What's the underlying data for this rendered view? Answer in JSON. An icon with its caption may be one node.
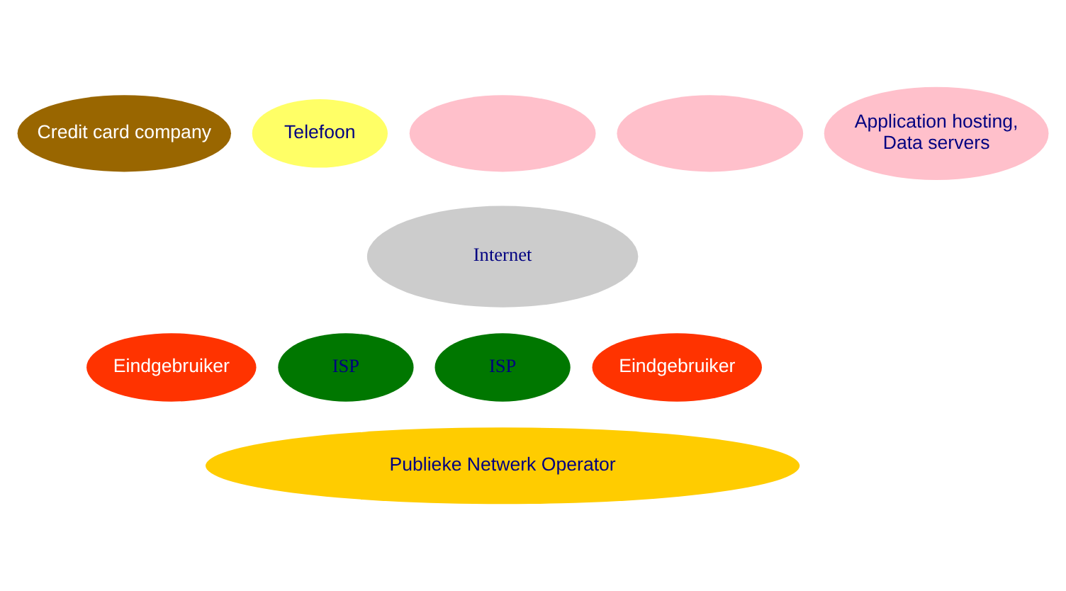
{
  "diagram": {
    "nodes": [
      {
        "text": [
          "Credit card company"
        ]
      },
      {
        "text": [
          "Telefoon"
        ]
      },
      {
        "text": [],
        "shape": "ellipse"
      },
      {
        "text": [],
        "shape": "ellipse"
      },
      {
        "text": [
          "Application hosting, Data servers"
        ]
      },
      {
        "text": [
          "Internet"
        ]
      },
      {
        "text": [
          "Eindgebruiker"
        ]
      },
      {
        "text": [
          "ISP"
        ]
      },
      {
        "text": [
          "ISP"
        ]
      },
      {
        "text": [
          "Eindgebruiker"
        ]
      },
      {
        "text": [
          "Publieke Netwerk Operator"
        ]
      }
    ],
    "edges": []
  }
}
